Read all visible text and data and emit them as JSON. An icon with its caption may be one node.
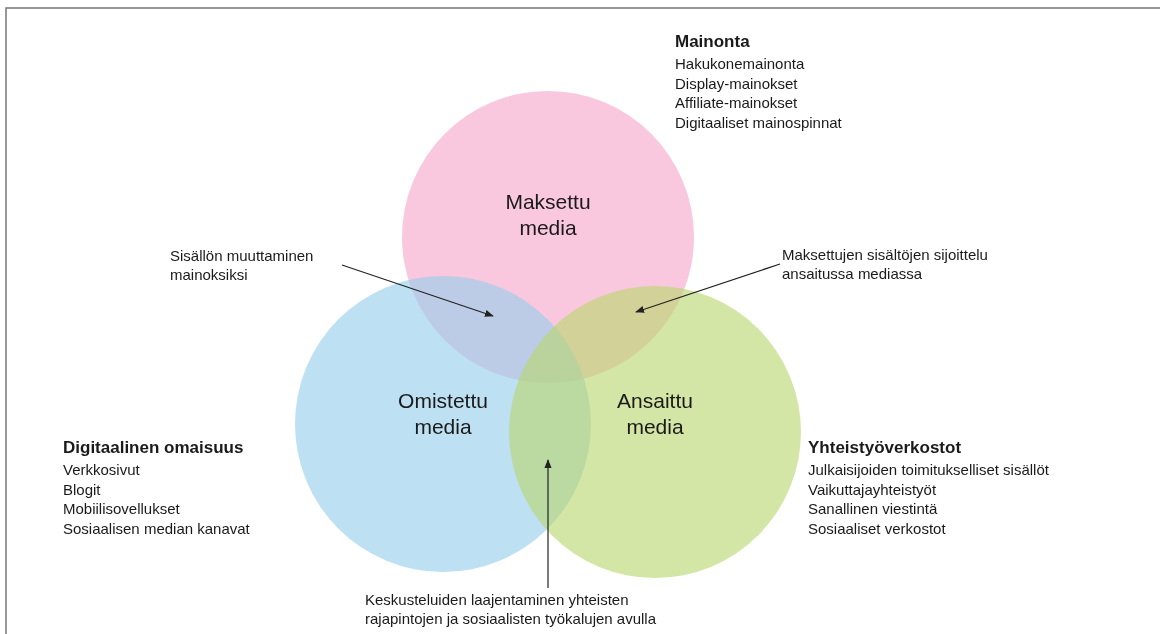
{
  "diagram": {
    "nodes": [
      {
        "text": [
          "Maksettu media"
        ],
        "beside": [
          "Mainonta",
          "Hakukonemainonta",
          "Display-mainokset",
          "Affiliate-mainokset",
          "Digitaaliset mainospinnat"
        ]
      },
      {
        "text": [
          "Omistettu media"
        ],
        "beside": [
          "Digitaalinen omaisuus",
          "Verkkosivut",
          "Blogit",
          "Mobiilisovellukset",
          "Sosiaalisen median kanavat"
        ]
      },
      {
        "text": [
          "Ansaittu media"
        ],
        "beside": [
          "Yhteistyöverkostot",
          "Julkaisijoiden toimitukselliset sisällöt",
          "Vaikuttajayhteistyöt",
          "Sanallinen viestintä",
          "Sosiaaliset verkostot"
        ]
      },
      {
        "text": [
          "Sisällön muuttaminen mainoksiksi"
        ]
      },
      {
        "text": [
          "Maksettujen sisältöjen sijoittelu ansaitussa mediassa"
        ]
      },
      {
        "text": [
          "Keskusteluiden laajentaminen yhteisten rajapintojen ja sosiaalisten työkalujen avulla"
        ]
      }
    ],
    "edges": [
      {
        "from": 3,
        "to": 0,
        "arrow": "to"
      },
      {
        "from": 4,
        "to": 0,
        "arrow": "to"
      },
      {
        "from": 5,
        "to": 2,
        "arrow": "to"
      }
    ]
  }
}
